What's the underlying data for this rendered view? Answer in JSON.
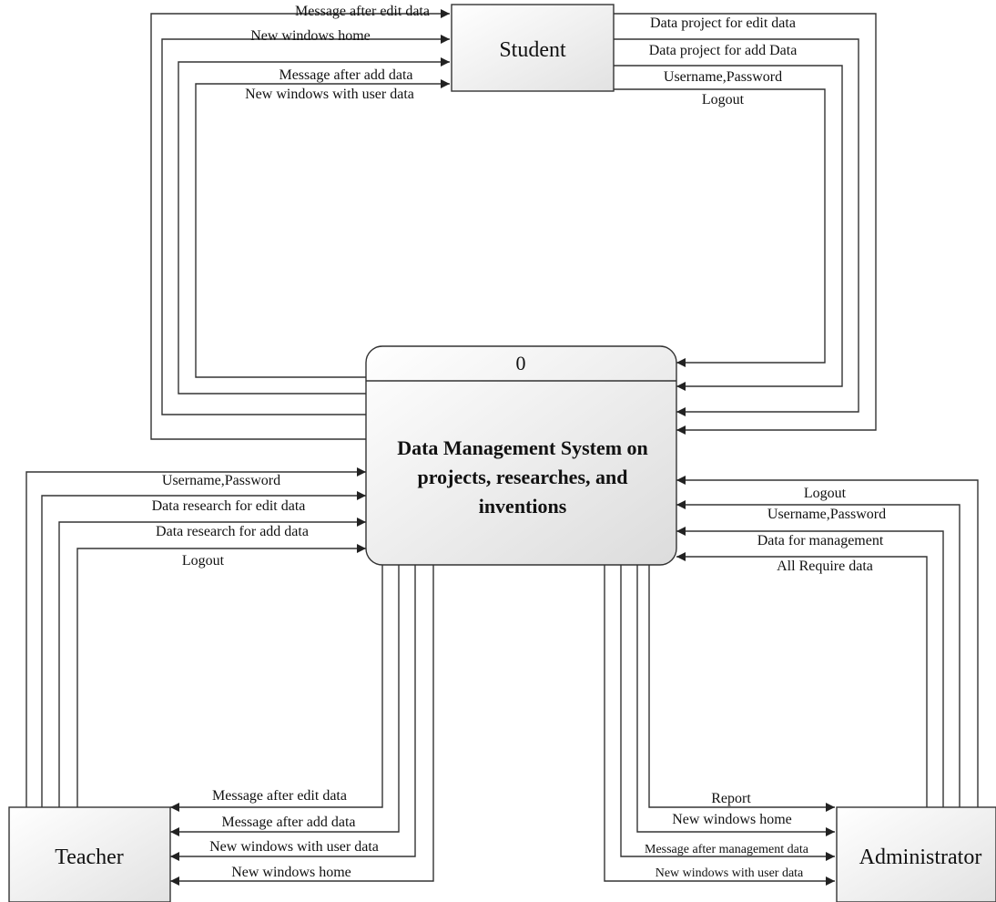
{
  "entities": {
    "student": "Student",
    "teacher": "Teacher",
    "administrator": "Administrator"
  },
  "process": {
    "id": "0",
    "title_lines": [
      "Data Management System on",
      "projects, researches, and",
      "inventions"
    ]
  },
  "student_flows": {
    "to_student": [
      "Message after edit data",
      "New windows  home",
      "Message after add data",
      "New windows with user data"
    ],
    "from_student": [
      "Data project  for edit data",
      "Data project  for add Data",
      "Username,Password",
      "Logout"
    ]
  },
  "teacher_flows": {
    "from_teacher": [
      "Username,Password",
      "Data research for edit data",
      "Data research for add data",
      "Logout"
    ],
    "to_teacher": [
      "Message after edit data",
      "Message after add data",
      "New windows with user data",
      "New windows home"
    ]
  },
  "admin_flows": {
    "from_admin": [
      "Logout",
      "Username,Password",
      "Data for management",
      "All Require data"
    ],
    "to_admin": [
      "Report",
      "New windows home",
      "Message after management data",
      "New windows with user data"
    ]
  }
}
